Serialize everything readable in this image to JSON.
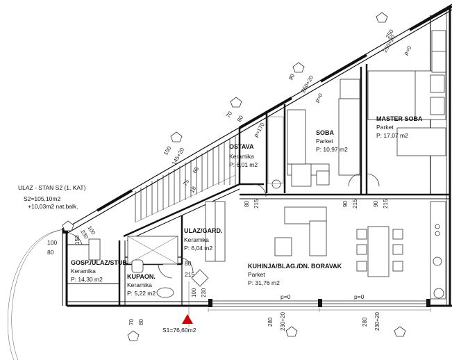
{
  "entrance": {
    "title": "ULAZ - STAN S2 (1. KAT)",
    "area": "S2=105,10m2",
    "balcony": "+10,03m2 nat.balk."
  },
  "total_area": "S1=76,60m2",
  "rooms": {
    "ostava": {
      "name": "OSTAVA",
      "floor": "Keramika",
      "area": "P: 6,01 m2"
    },
    "soba": {
      "name": "SOBA",
      "floor": "Parket",
      "area": "P: 10,97 m2"
    },
    "master": {
      "name": "MASTER SOBA",
      "floor": "Parket",
      "area": "P: 17,07 m2"
    },
    "ulaz": {
      "name": "ULAZ/GARD.",
      "floor": "Keramika",
      "area": "P: 6,04 m2"
    },
    "gosp": {
      "name": "GOSP./ULAZ/STUB.",
      "floor": "Keramika",
      "area": "P: 14,30 m2"
    },
    "kupaon": {
      "name": "KUPAON.",
      "floor": "Keramika",
      "area": "P: 5,22 m2"
    },
    "kuhinja": {
      "name": "KUHINJA/BLAG./DN. BORAVAK",
      "floor": "Parket",
      "area": "P: 31,76 m2"
    }
  },
  "dims": {
    "d100a": "100",
    "d80a": "80",
    "d150": "150",
    "d230a": "230",
    "d100b": "100",
    "d150b": "150",
    "d145": "145+20",
    "d65": "65",
    "d75": "75",
    "d18": "18",
    "d70": "70",
    "d80b": "80",
    "d170": "p=170",
    "d90a": "90",
    "d250a": "250+20",
    "d0a": "p=0",
    "d250b": "250",
    "d250c": "250+20",
    "d0b": "p=0",
    "d80c": "80",
    "d215a": "215",
    "d90b": "90",
    "d215b": "215",
    "d90c": "90",
    "d215c": "215",
    "d80d": "80",
    "d215d": "215",
    "d100c": "100",
    "d230b": "230",
    "d70b": "70",
    "d80e": "80",
    "d0c": "p=0",
    "d0d": "p=0",
    "d280a": "280",
    "d230c": "230+20",
    "d280b": "280",
    "d230d": "230+20"
  }
}
